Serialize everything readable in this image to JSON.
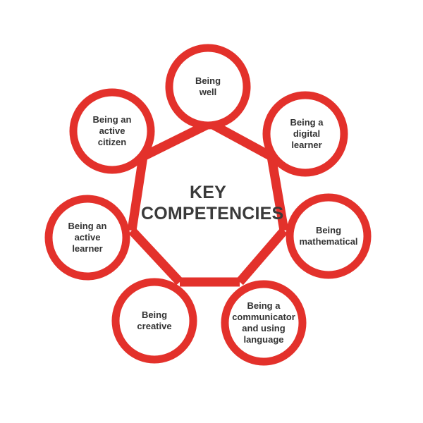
{
  "center": {
    "line1": "KEY",
    "line2": "COMPETENCIES"
  },
  "colors": {
    "loop": "#e3312b",
    "text": "#333333"
  },
  "competencies": [
    {
      "lines": [
        "Being",
        "well"
      ]
    },
    {
      "lines": [
        "Being a",
        "digital",
        "learner"
      ]
    },
    {
      "lines": [
        "Being",
        "mathematical"
      ]
    },
    {
      "lines": [
        "Being a",
        "communicator",
        "and using",
        "language"
      ]
    },
    {
      "lines": [
        "Being",
        "creative"
      ]
    },
    {
      "lines": [
        "Being an",
        "active",
        "learner"
      ]
    },
    {
      "lines": [
        "Being an",
        "active",
        "citizen"
      ]
    }
  ]
}
